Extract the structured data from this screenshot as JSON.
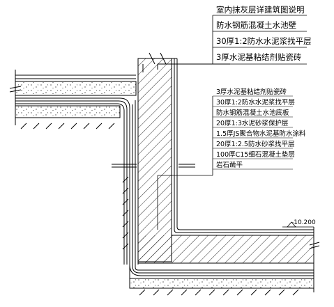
{
  "top_legend": [
    "室内抹灰层详建筑图说明",
    "防水钢筋混凝土水池壁",
    "30厚1:2防水水泥浆找平层",
    "3厚水泥基粘结剂贴瓷砖"
  ],
  "floor_legend": [
    "3厚水泥基粘结剂贴瓷砖",
    "30厚1:2防水水泥浆找平层",
    "防水钢筋混凝土水池底板",
    "20厚1:3水泥砂浆保护层",
    "1.5厚JS聚合物水泥基防水涂料",
    "20厚1:2.5防水砂浆找平层",
    "100厚C15细石混凝土垫层",
    "岩石凿平"
  ],
  "elevation_label": "-10.200",
  "colors": {
    "line": "#000000",
    "background": "#ffffff"
  }
}
